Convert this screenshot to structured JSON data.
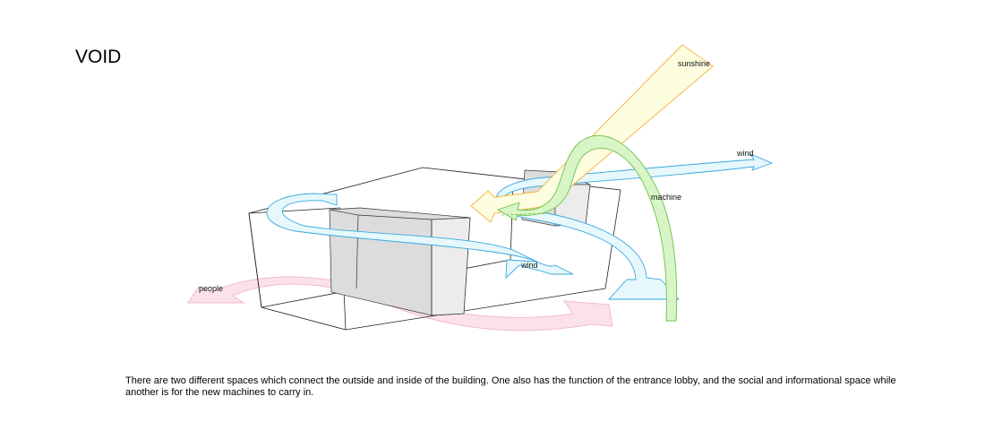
{
  "title": "VOID",
  "labels": {
    "sunshine": "sunshine",
    "wind_top": "wind",
    "wind_inner": "wind",
    "machine": "machine",
    "people": "people"
  },
  "caption": "There are two different spaces which connect the outside and inside of the building. One also has the function of the entrance lobby, and the social and informational space while another is for the new machines to carry in.",
  "colors": {
    "sunshine": "#f3b23a",
    "sunshine_fill": "#fdfde0",
    "machine": "#6cc24a",
    "machine_fill": "#d8f5c8",
    "wind": "#3aa7e0",
    "wind_fill": "#e6f8fc",
    "people": "#f4b9cf",
    "people_fill": "#fbe1ea",
    "panel": "#dcdcdc"
  }
}
